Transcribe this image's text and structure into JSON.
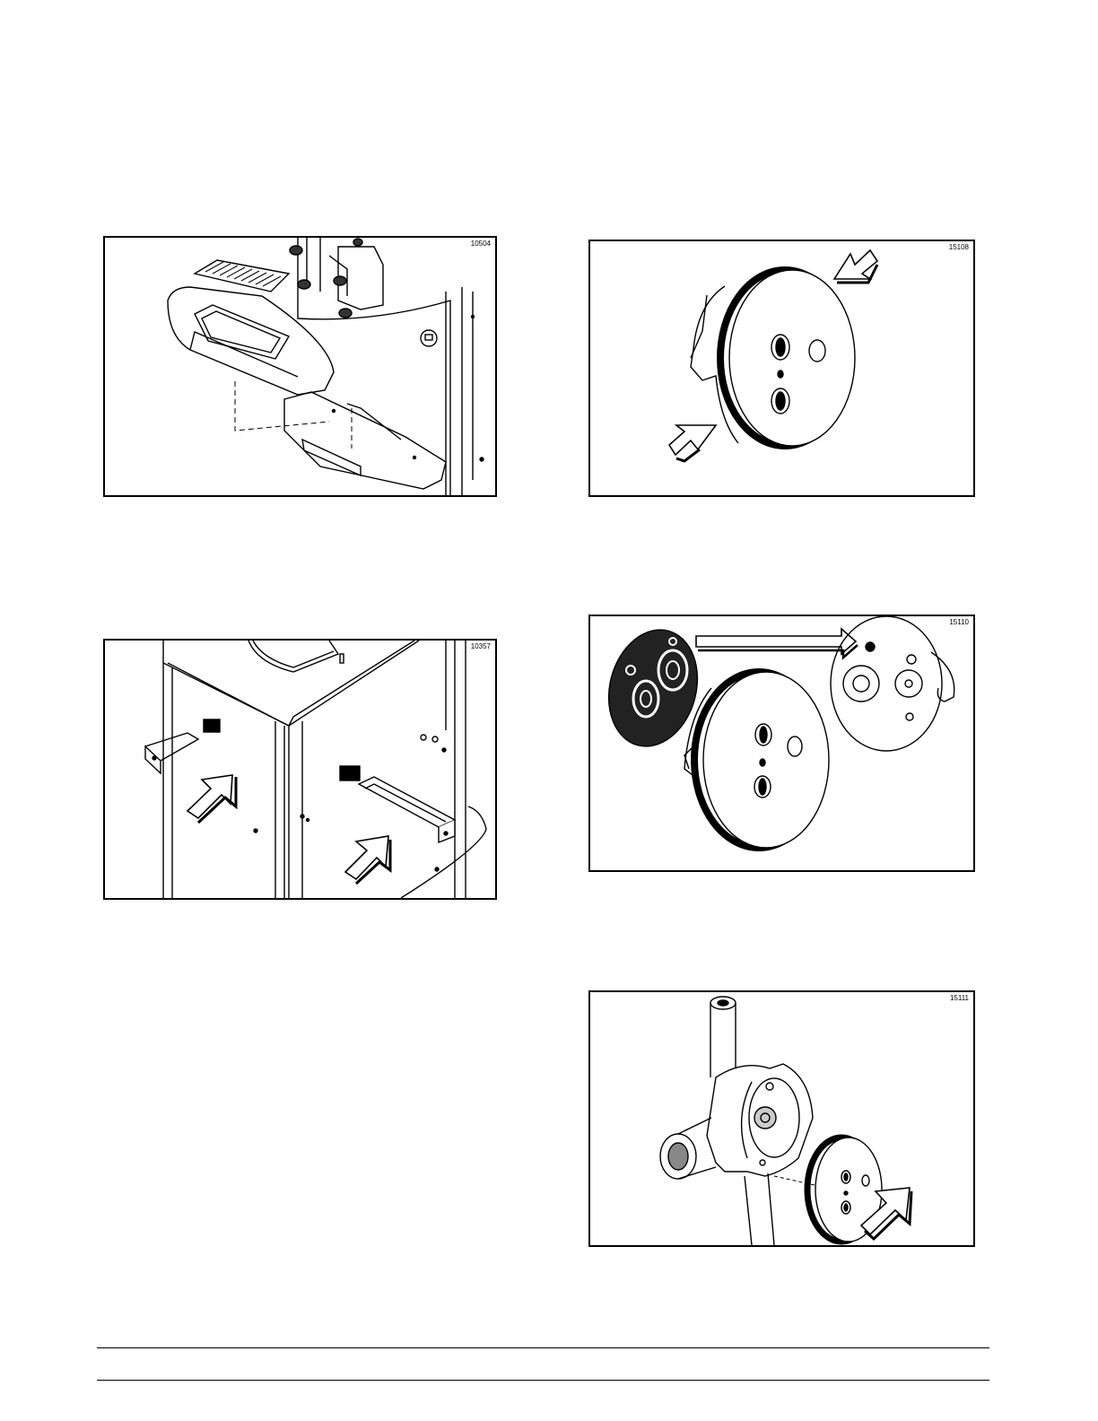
{
  "figures": [
    {
      "id": "10504"
    },
    {
      "id": "15108"
    },
    {
      "id": "10357"
    },
    {
      "id": "15110"
    },
    {
      "id": "15111"
    }
  ]
}
